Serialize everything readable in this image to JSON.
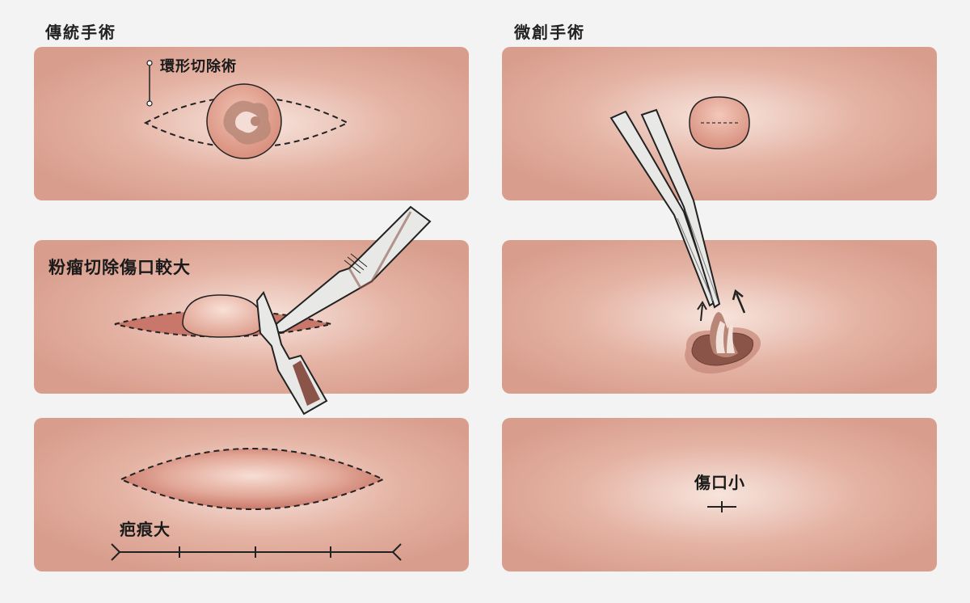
{
  "columns": {
    "traditional": {
      "title": "傳統手術"
    },
    "minimally_invasive": {
      "title": "微創手術"
    }
  },
  "traditional_panels": {
    "step1": {
      "label": "環形切除術"
    },
    "step2": {
      "label": "粉瘤切除傷口較大"
    },
    "step3": {
      "label": "疤痕大"
    }
  },
  "mis_panels": {
    "step3": {
      "label": "傷口小"
    }
  },
  "colors": {
    "skin": "#d89d8c",
    "skin_light": "#f6ddd4",
    "cyst": "#e3a99a",
    "wound": "#c9776a",
    "ink": "#222222",
    "background": "#f3f3f3"
  }
}
